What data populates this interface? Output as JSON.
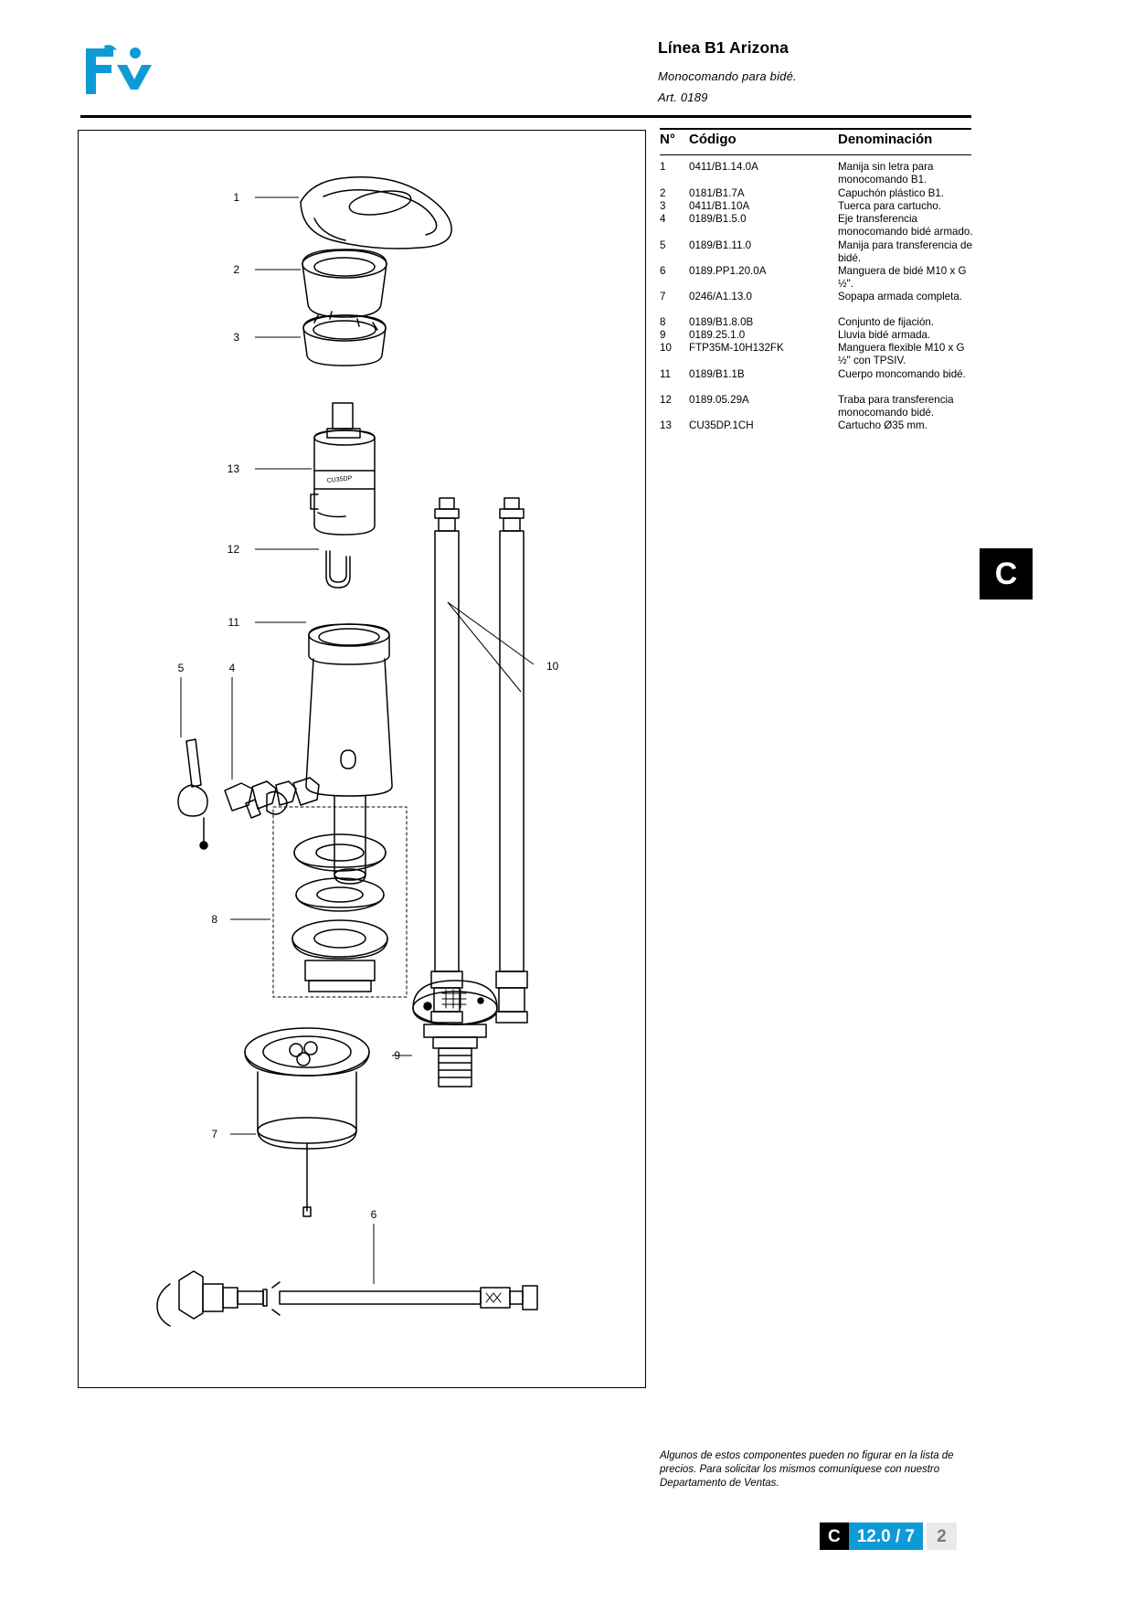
{
  "header": {
    "logo_text": "fv",
    "title": "Línea B1 Arizona",
    "subtitle": "Monocomando para bidé.",
    "article": "Art. 0189"
  },
  "table": {
    "columns": [
      "N°",
      "Código",
      "Denominación"
    ],
    "rows": [
      {
        "n": "1",
        "code": "0411/B1.14.0A",
        "name": "Manija sin letra para monocomando B1."
      },
      {
        "n": "2",
        "code": "0181/B1.7A",
        "name": "Capuchón plástico B1."
      },
      {
        "n": "3",
        "code": "0411/B1.10A",
        "name": "Tuerca para cartucho."
      },
      {
        "n": "4",
        "code": "0189/B1.5.0",
        "name": "Eje transferencia monocomando bidé armado."
      },
      {
        "n": "5",
        "code": "0189/B1.11.0",
        "name": "Manija para transferencia de bidé."
      },
      {
        "n": "6",
        "code": "0189.PP1.20.0A",
        "name": "Manguera de bidé M10 x G ½\"."
      },
      {
        "n": "7",
        "code": "0246/A1.13.0",
        "name": "Sopapa armada completa."
      },
      {
        "n": "8",
        "code": "0189/B1.8.0B",
        "name": "Conjunto de fijación."
      },
      {
        "n": "9",
        "code": "0189.25.1.0",
        "name": "Lluvia bidé armada."
      },
      {
        "n": "10",
        "code": "FTP35M-10H132FK",
        "name": "Manguera flexible M10 x G ½\" con TPSIV."
      },
      {
        "n": "11",
        "code": "0189/B1.1B",
        "name": "Cuerpo moncomando bidé."
      },
      {
        "n": "12",
        "code": "0189.05.29A",
        "name": "Traba para transferencia monocomando bidé."
      },
      {
        "n": "13",
        "code": "CU35DP.1CH",
        "name": "Cartucho Ø35 mm."
      }
    ]
  },
  "side_tab": {
    "letter": "C"
  },
  "note": "Algunos de estos componentes pueden no figurar en la lista de precios. Para solicitar los mismos comuníquese con nuestro Departamento de Ventas.",
  "footer": {
    "section": "C",
    "number": "12.0 / 7",
    "page": "2"
  },
  "diagram": {
    "callouts": [
      "1",
      "2",
      "3",
      "13",
      "12",
      "11",
      "5",
      "4",
      "10",
      "8",
      "9",
      "7",
      "6"
    ],
    "cartridge_label": "CU35DP"
  },
  "colors": {
    "accent": "#0c9bd6",
    "black": "#000000",
    "page_gray": "#e9e9e9"
  }
}
